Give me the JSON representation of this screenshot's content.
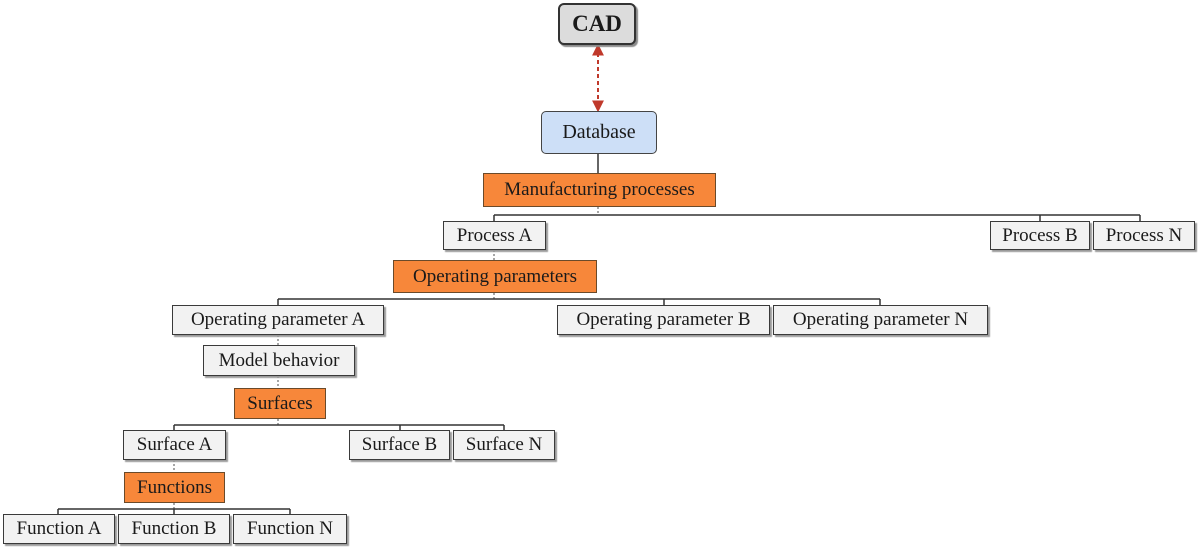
{
  "nodes": {
    "cad": "CAD",
    "database": "Database",
    "manufacturing_processes": "Manufacturing processes",
    "process_a": "Process A",
    "process_b": "Process B",
    "process_n": "Process N",
    "operating_parameters": "Operating parameters",
    "operating_parameter_a": "Operating parameter A",
    "operating_parameter_b": "Operating parameter B",
    "operating_parameter_n": "Operating parameter N",
    "model_behavior": "Model behavior",
    "surfaces": "Surfaces",
    "surface_a": "Surface A",
    "surface_b": "Surface B",
    "surface_n": "Surface N",
    "functions": "Functions",
    "function_a": "Function A",
    "function_b": "Function B",
    "function_n": "Function N"
  },
  "colors": {
    "category_fill": "#f7873a",
    "database_fill": "#cddff7",
    "cad_fill": "#dcdcdc",
    "item_fill": "#f2f2f2",
    "link_color": "#c0392b"
  },
  "edges": [
    {
      "from": "cad",
      "to": "database",
      "style": "dashed-bidirectional"
    },
    {
      "from": "database",
      "to": "manufacturing_processes"
    },
    {
      "from": "manufacturing_processes",
      "to": "process_a"
    },
    {
      "from": "manufacturing_processes",
      "to": "process_b"
    },
    {
      "from": "manufacturing_processes",
      "to": "process_n"
    },
    {
      "from": "process_a",
      "to": "operating_parameters"
    },
    {
      "from": "operating_parameters",
      "to": "operating_parameter_a"
    },
    {
      "from": "operating_parameters",
      "to": "operating_parameter_b"
    },
    {
      "from": "operating_parameters",
      "to": "operating_parameter_n"
    },
    {
      "from": "operating_parameter_a",
      "to": "model_behavior"
    },
    {
      "from": "model_behavior",
      "to": "surfaces"
    },
    {
      "from": "surfaces",
      "to": "surface_a"
    },
    {
      "from": "surfaces",
      "to": "surface_b"
    },
    {
      "from": "surfaces",
      "to": "surface_n"
    },
    {
      "from": "surface_a",
      "to": "functions"
    },
    {
      "from": "functions",
      "to": "function_a"
    },
    {
      "from": "functions",
      "to": "function_b"
    },
    {
      "from": "functions",
      "to": "function_n"
    }
  ]
}
